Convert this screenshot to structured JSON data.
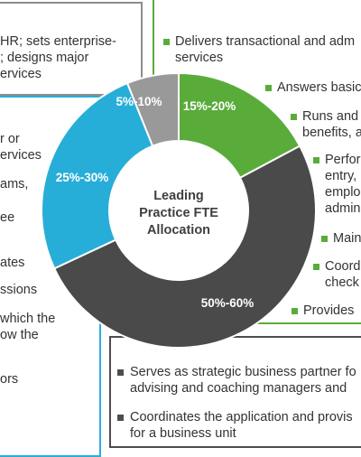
{
  "center_title_lines": [
    "Leading",
    "Practice FTE",
    "Allocation"
  ],
  "segments": [
    {
      "label": "15%-20%",
      "color": "#5aac3a"
    },
    {
      "label": "50%-60%",
      "color": "#4a4a4a"
    },
    {
      "label": "25%-30%",
      "color": "#27aed8"
    },
    {
      "label": "5%-10%",
      "color": "#999999"
    }
  ],
  "coe_box": {
    "lines": [
      "HR; sets enterprise-",
      "; designs major",
      "ervices"
    ]
  },
  "left_box": {
    "lines": [
      "r or",
      "ervices",
      "ams,",
      "ee",
      "ates",
      "ssions",
      "which the",
      "ow the",
      "ors"
    ]
  },
  "service_box": {
    "lines": [
      "Delivers transactional and adm",
      "services",
      "Answers basic",
      "Runs and",
      "benefits, a",
      "Perfor",
      "entry,",
      "emplo",
      "admin",
      "Main",
      "Coord",
      "check",
      "Provides"
    ]
  },
  "bottom_box": {
    "lines": [
      "Serves as strategic business partner fo",
      "advising and coaching managers and",
      "Coordinates the application and provis",
      "for a business unit"
    ]
  }
}
